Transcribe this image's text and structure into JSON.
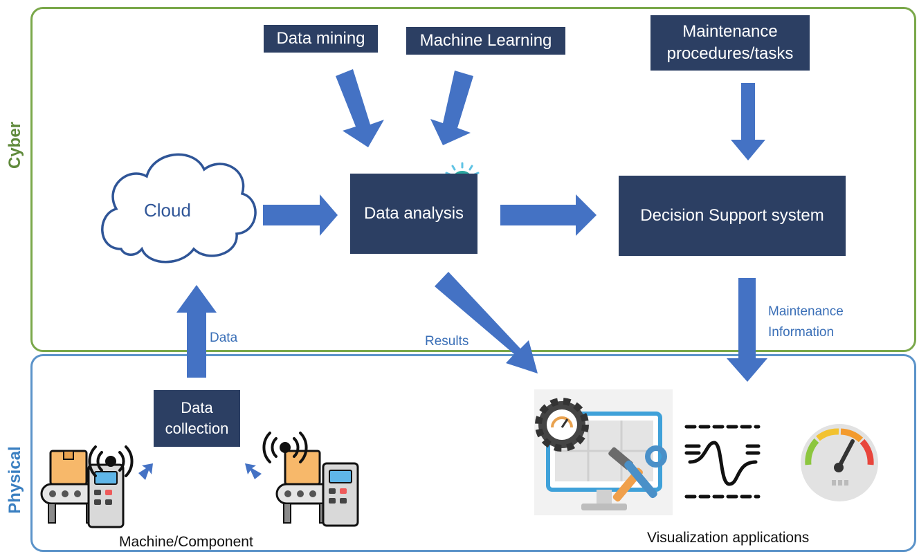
{
  "layers": {
    "cyber": "Cyber",
    "physical": "Physical"
  },
  "boxes": {
    "data_mining": "Data mining",
    "machine_learning": "Machine Learning",
    "maintenance_procedures": "Maintenance procedures/tasks",
    "data_analysis": "Data analysis",
    "decision_support": "Decision Support system",
    "data_collection": "Data collection"
  },
  "cloud": "Cloud",
  "labels": {
    "data": "Data",
    "results": "Results",
    "maintenance_info": "Maintenance Information"
  },
  "captions": {
    "machine": "Machine/Component",
    "visualization": "Visualization applications"
  },
  "colors": {
    "cyber_border": "#7aa84a",
    "physical_border": "#5b93c9",
    "box_fill": "#2c3f63",
    "arrow": "#4472c4"
  },
  "icons": [
    "cloud-icon",
    "ai-sparkle-icon",
    "conveyor-machine-icon",
    "wireless-signal-icon",
    "monitor-gear-tools-icon",
    "signal-wave-icon",
    "gauge-icon"
  ]
}
